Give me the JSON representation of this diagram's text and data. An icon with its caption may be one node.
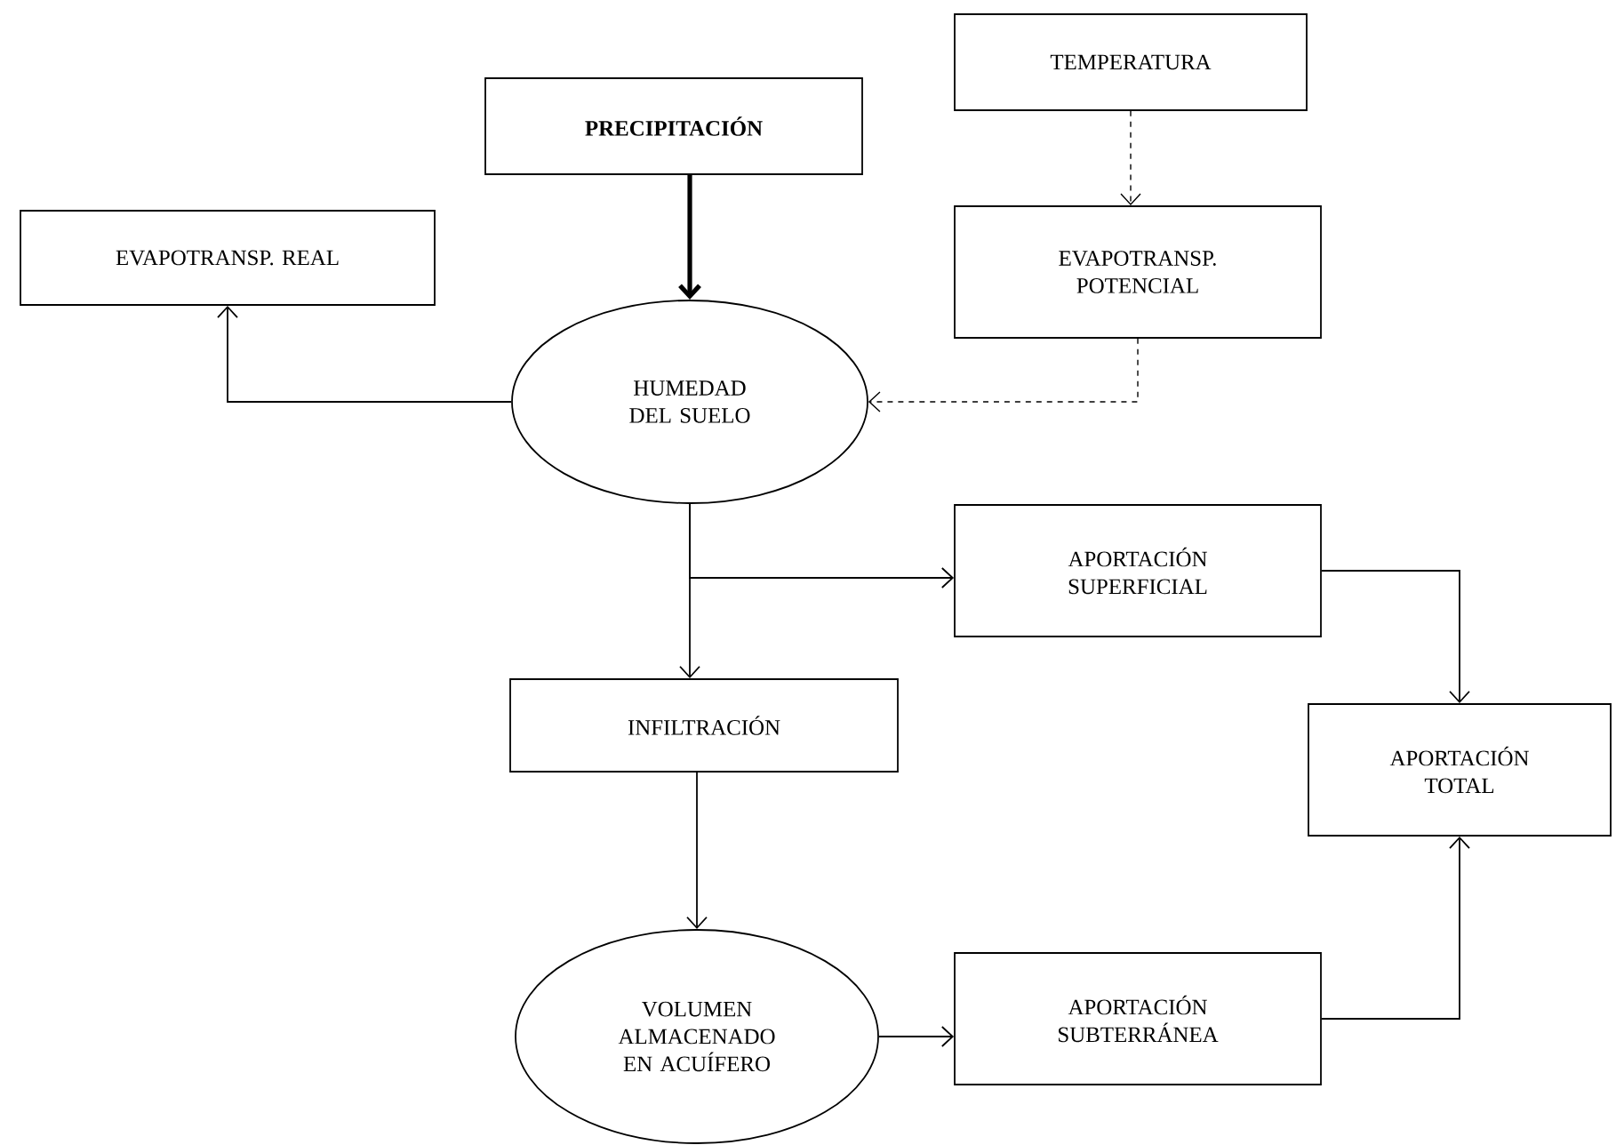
{
  "diagram": {
    "nodes": [
      {
        "text": [
          "TEMPERATURA"
        ]
      },
      {
        "text": [
          "**PRECIPITACIÓN**"
        ]
      },
      {
        "text": [
          "EVAPOTRANSP. REAL"
        ]
      },
      {
        "text": [
          "EVAPOTRANSP. POTENCIAL"
        ]
      },
      {
        "text": [
          "HUMEDAD DEL SUELO"
        ]
      },
      {
        "text": [
          "APORTACIÓN SUPERFICIAL"
        ]
      },
      {
        "text": [
          "INFILTRACIÓN"
        ]
      },
      {
        "text": [
          "APORTACIÓN TOTAL"
        ]
      },
      {
        "text": [
          "VOLUMEN ALMACENADO EN ACUÍFERO"
        ]
      },
      {
        "text": [
          "APORTACIÓN SUBTERRÁNEA"
        ]
      }
    ],
    "edges": [
      {
        "from": 0,
        "to": 3,
        "arrow": "to",
        "style": "dashed"
      },
      {
        "from": 1,
        "to": 4,
        "arrow": "to",
        "style": "thick"
      },
      {
        "from": 4,
        "to": 2,
        "arrow": "to"
      },
      {
        "from": 3,
        "to": 4,
        "arrow": "to",
        "style": "dashed"
      },
      {
        "from": 4,
        "to": 5,
        "arrow": "to"
      },
      {
        "from": 4,
        "to": 6,
        "arrow": "to"
      },
      {
        "from": 5,
        "to": 7,
        "arrow": "to"
      },
      {
        "from": 6,
        "to": 8,
        "arrow": "to"
      },
      {
        "from": 8,
        "to": 9,
        "arrow": "to"
      },
      {
        "from": 9,
        "to": 7,
        "arrow": "to"
      }
    ]
  }
}
